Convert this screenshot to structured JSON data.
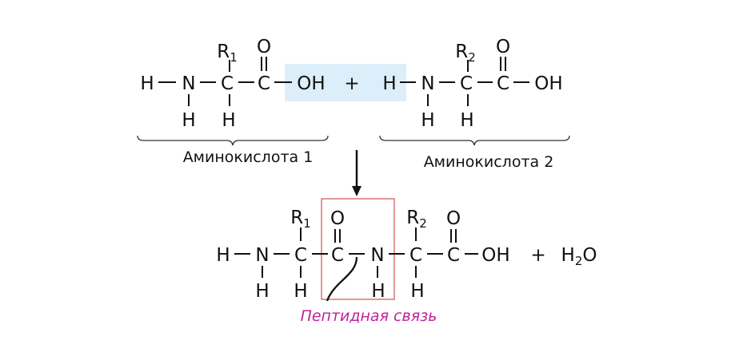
{
  "reactants": {
    "amino_acid_1": {
      "label": "Аминокислота 1",
      "r_group": "R",
      "r_index": "1"
    },
    "amino_acid_2": {
      "label": "Аминокислота 2",
      "r_group": "R",
      "r_index": "2"
    },
    "plus": "+"
  },
  "atoms": {
    "H": "H",
    "N": "N",
    "C": "C",
    "O": "O",
    "OH": "OH"
  },
  "product": {
    "plus": "+",
    "water": {
      "H": "H",
      "index": "2",
      "O": "O"
    },
    "peptide_bond_label": "Пептидная связь"
  },
  "colors": {
    "highlight": "#dbeefa",
    "bond_box": "#d0605a",
    "peptide_label": "#c2229c"
  }
}
